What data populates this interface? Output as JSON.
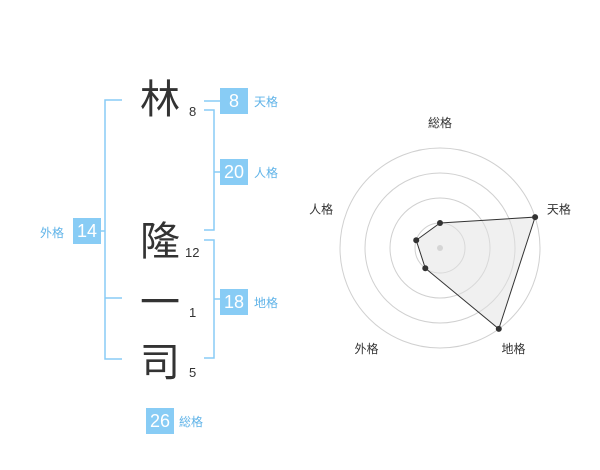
{
  "name": {
    "chars": [
      {
        "char": "林",
        "strokes": "8"
      },
      {
        "char": "隆",
        "strokes": "12"
      },
      {
        "char": "一",
        "strokes": "1"
      },
      {
        "char": "司",
        "strokes": "5"
      }
    ]
  },
  "fortunes": {
    "tenkaku": {
      "value": "8",
      "label": "天格"
    },
    "jinkaku": {
      "value": "20",
      "label": "人格"
    },
    "chikaku": {
      "value": "18",
      "label": "地格"
    },
    "gaikaku": {
      "value": "14",
      "label": "外格"
    },
    "soukaku": {
      "value": "26",
      "label": "総格"
    }
  },
  "colors": {
    "accent": "#88ccf5",
    "accent_text": "#5fb3e8",
    "text": "#333333"
  },
  "chart_data": {
    "type": "radar",
    "axes": [
      "総格",
      "天格",
      "地格",
      "外格",
      "人格"
    ],
    "levels": 4,
    "values": [
      1,
      4,
      4,
      1,
      1
    ],
    "max": 4
  }
}
